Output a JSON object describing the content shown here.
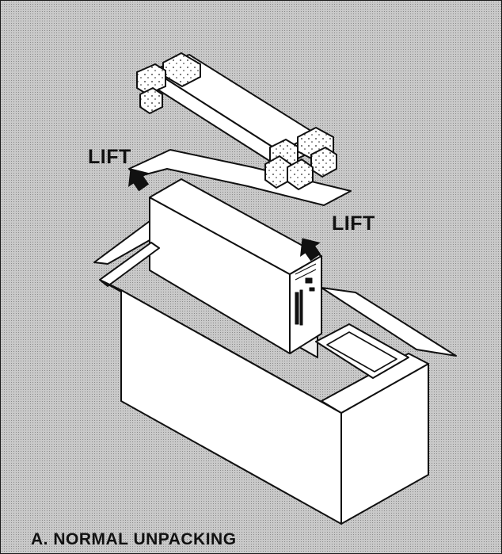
{
  "labels": {
    "lift_left": "LIFT",
    "lift_right": "LIFT",
    "caption": "A. NORMAL UNPACKING"
  },
  "icons": [
    "lift-arrow-icon",
    "lift-arrow-icon"
  ],
  "colors": {
    "background_screen": "#c9c9c9",
    "line": "#111111",
    "paper": "#ffffff"
  }
}
